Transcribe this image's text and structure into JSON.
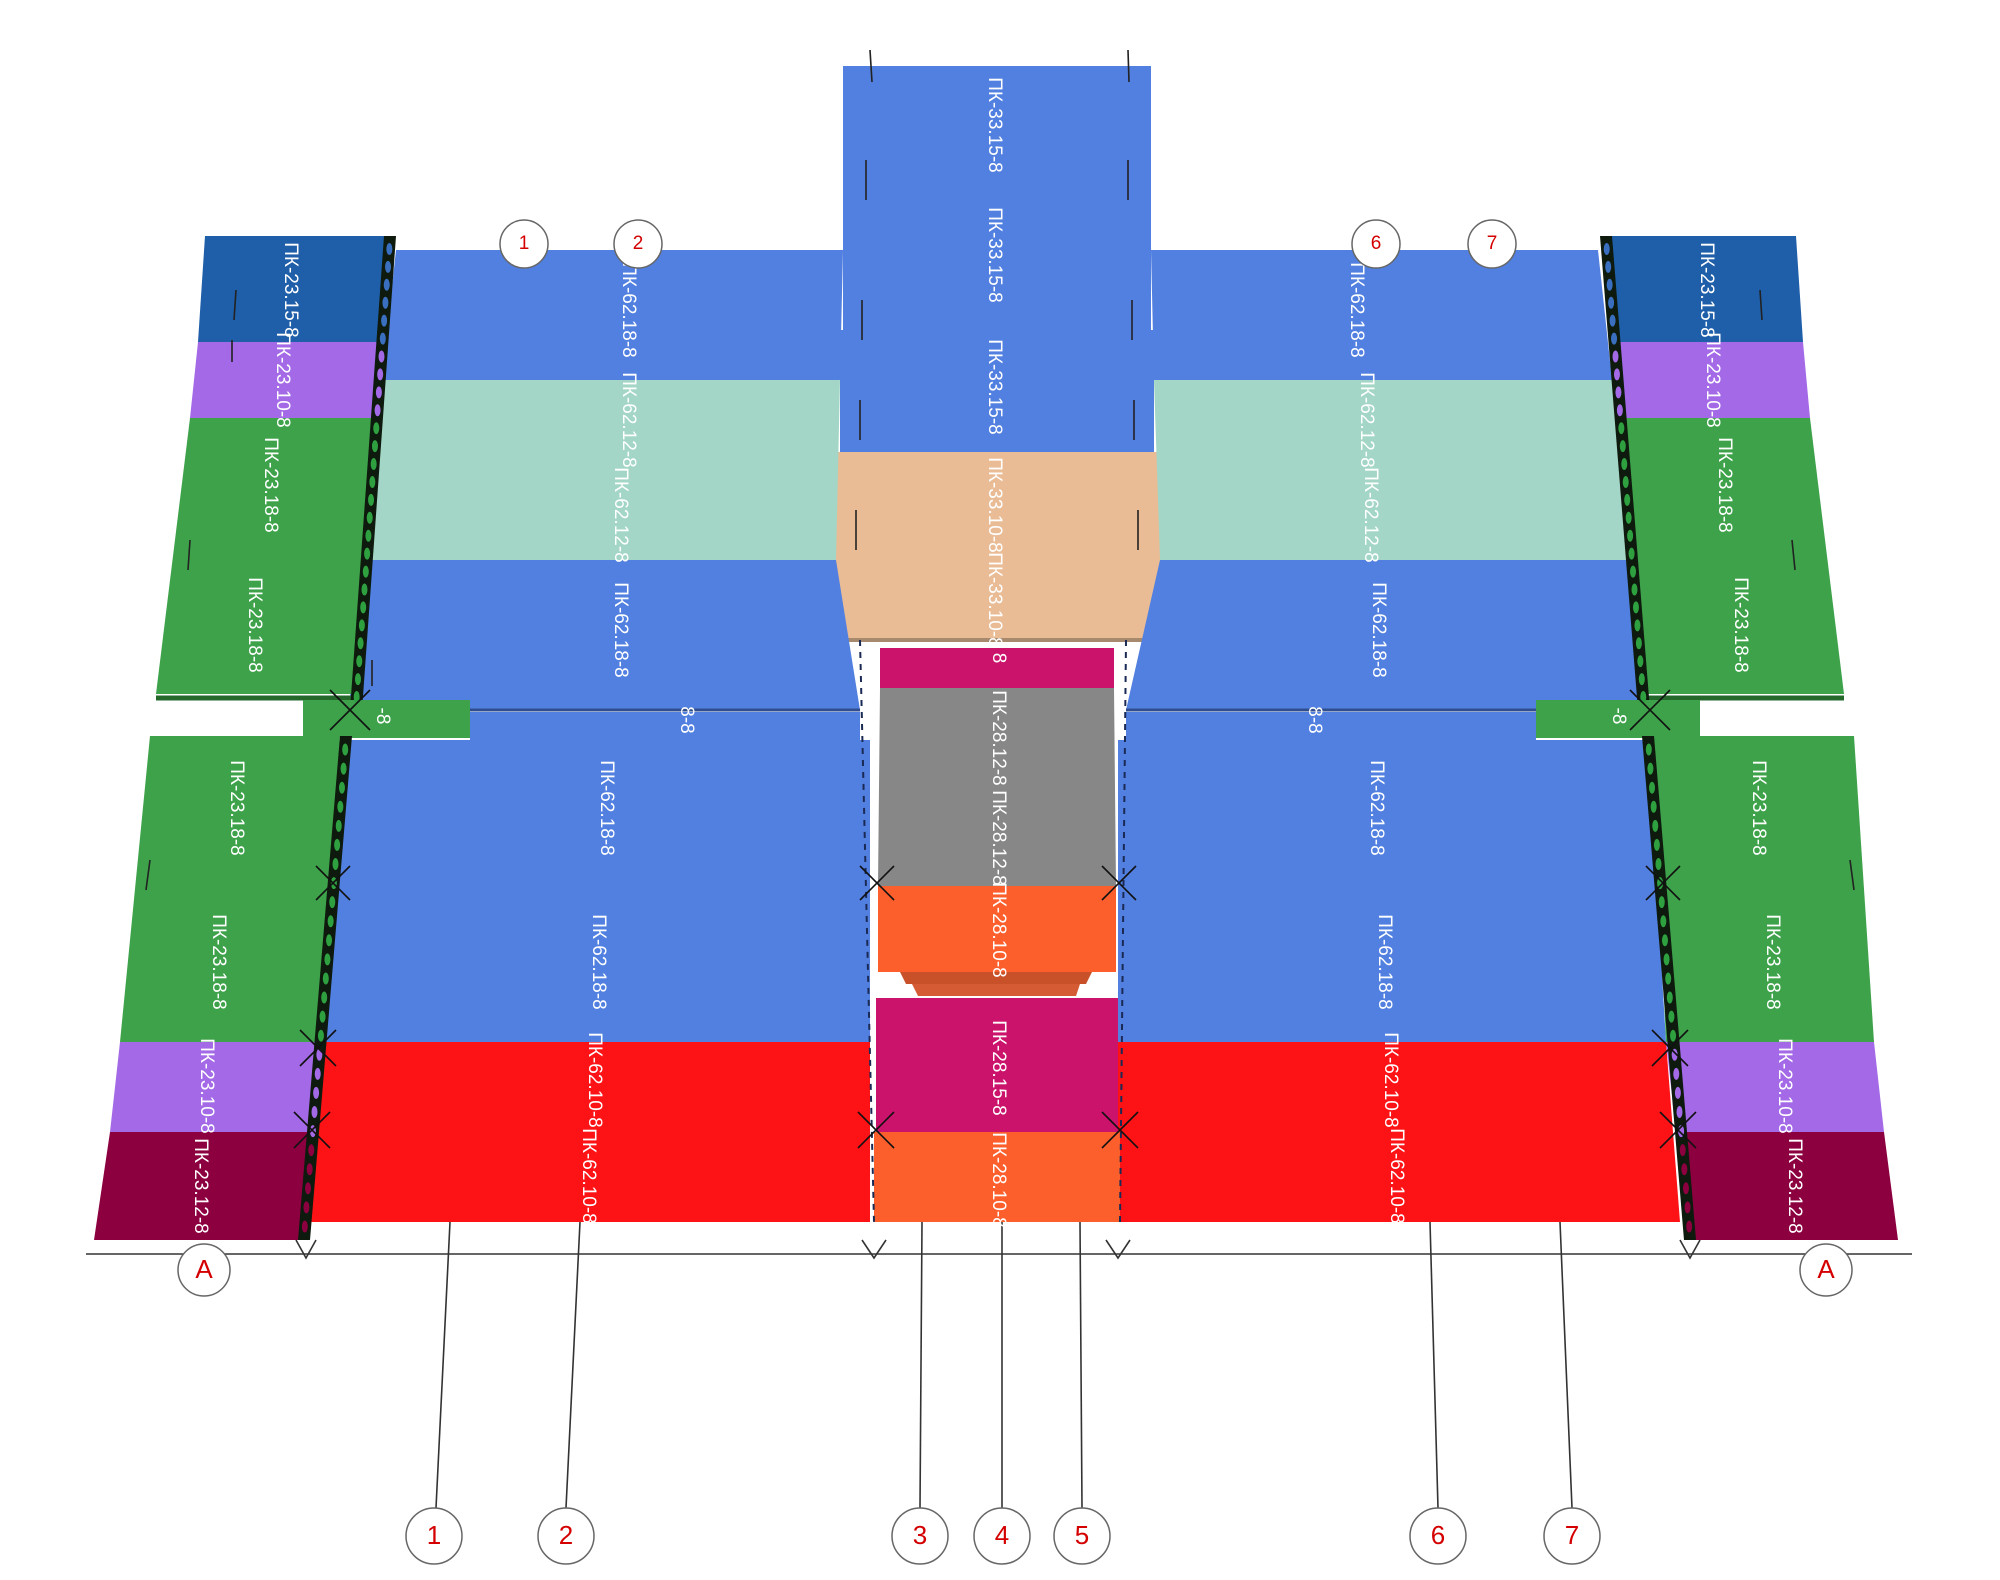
{
  "colors": {
    "blue": "#5280e0",
    "blue_dark": "#1f5ea8",
    "mint": "#a3d6c6",
    "peach": "#e9bc95",
    "magenta": "#cb136c",
    "gray": "#878787",
    "orange": "#fd5f2c",
    "red": "#fd1216",
    "green": "#3ea24a",
    "violet": "#a369e6",
    "maroon": "#8c0040",
    "axis_red": "#d40000"
  },
  "panels": [
    {
      "id": "top-center-1",
      "fill": "blue",
      "label": "ПК-33.15-8"
    },
    {
      "id": "top-center-2",
      "fill": "blue",
      "label": "ПК-33.15-8"
    },
    {
      "id": "top-center-3",
      "fill": "blue",
      "label": "ПК-33.15-8"
    },
    {
      "id": "peach-1",
      "fill": "peach",
      "label": "ПК-33.10-8"
    },
    {
      "id": "peach-2",
      "fill": "peach",
      "label": "ПК-33.10-8"
    },
    {
      "id": "upper-left-1",
      "fill": "blue",
      "label": "ПК-62.18-8"
    },
    {
      "id": "upper-left-mint-1",
      "fill": "mint",
      "label": "ПК-62.12-8"
    },
    {
      "id": "upper-left-mint-2",
      "fill": "mint",
      "label": "ПК-62.12-8"
    },
    {
      "id": "upper-left-2",
      "fill": "blue",
      "label": "ПК-62.18-8"
    },
    {
      "id": "upper-right-1",
      "fill": "blue",
      "label": "ПК-62.18-8"
    },
    {
      "id": "upper-right-mint-1",
      "fill": "mint",
      "label": "ПК-62.12-8"
    },
    {
      "id": "upper-right-mint-2",
      "fill": "mint",
      "label": "ПК-62.12-8"
    },
    {
      "id": "upper-right-2",
      "fill": "blue",
      "label": "ПК-62.18-8"
    },
    {
      "id": "left-wing-dark",
      "fill": "blue_dark",
      "label": "ПК-23.15-8"
    },
    {
      "id": "left-wing-violet",
      "fill": "violet",
      "label": "ПК-23.10-8"
    },
    {
      "id": "left-wing-green-1",
      "fill": "green",
      "label": "ПК-23.18-8"
    },
    {
      "id": "left-wing-green-2",
      "fill": "green",
      "label": "ПК-23.18-8"
    },
    {
      "id": "right-wing-dark",
      "fill": "blue_dark",
      "label": "ПК-23.15-8"
    },
    {
      "id": "right-wing-violet",
      "fill": "violet",
      "label": "ПК-23.10-8"
    },
    {
      "id": "right-wing-green-1",
      "fill": "green",
      "label": "ПК-23.18-8"
    },
    {
      "id": "right-wing-green-2",
      "fill": "green",
      "label": "ПК-23.18-8"
    },
    {
      "id": "middle-magenta-strip",
      "fill": "magenta",
      "label": "8"
    },
    {
      "id": "middle-gray-1",
      "fill": "gray",
      "label": "ПК-28.12-8"
    },
    {
      "id": "middle-gray-2",
      "fill": "gray",
      "label": "ПК-28.12-8"
    },
    {
      "id": "middle-orange-1",
      "fill": "orange",
      "label": "ПК-28.10-8"
    },
    {
      "id": "middle-magenta-2",
      "fill": "magenta",
      "label": "ПК-28.15-8"
    },
    {
      "id": "middle-orange-2",
      "fill": "orange",
      "label": "ПК-28.10-8"
    },
    {
      "id": "lower-left-1",
      "fill": "blue",
      "label": "ПК-62.18-8"
    },
    {
      "id": "lower-left-2",
      "fill": "blue",
      "label": "ПК-62.18-8"
    },
    {
      "id": "lower-left-red-1",
      "fill": "red",
      "label": "ПК-62.10-8"
    },
    {
      "id": "lower-left-red-2",
      "fill": "red",
      "label": "ПК-62.10-8"
    },
    {
      "id": "lower-right-1",
      "fill": "blue",
      "label": "ПК-62.18-8"
    },
    {
      "id": "lower-right-2",
      "fill": "blue",
      "label": "ПК-62.18-8"
    },
    {
      "id": "lower-right-red-1",
      "fill": "red",
      "label": "ПК-62.10-8"
    },
    {
      "id": "lower-right-red-2",
      "fill": "red",
      "label": "ПК-62.10-8"
    },
    {
      "id": "lower-left-wing-green-1",
      "fill": "green",
      "label": "ПК-23.18-8"
    },
    {
      "id": "lower-left-wing-green-2",
      "fill": "green",
      "label": "ПК-23.18-8"
    },
    {
      "id": "lower-left-wing-violet",
      "fill": "violet",
      "label": "ПК-23.10-8"
    },
    {
      "id": "lower-left-wing-maroon",
      "fill": "maroon",
      "label": "ПК-23.12-8"
    },
    {
      "id": "lower-right-wing-green-1",
      "fill": "green",
      "label": "ПК-23.18-8"
    },
    {
      "id": "lower-right-wing-green-2",
      "fill": "green",
      "label": "ПК-23.18-8"
    },
    {
      "id": "lower-right-wing-violet",
      "fill": "violet",
      "label": "ПК-23.10-8"
    },
    {
      "id": "lower-right-wing-maroon",
      "fill": "maroon",
      "label": "ПК-23.12-8"
    },
    {
      "id": "mid-band-left-frag",
      "fill": "blue",
      "label": "8-8"
    },
    {
      "id": "mid-band-right-frag",
      "fill": "blue",
      "label": "8-8"
    },
    {
      "id": "mid-band-left-green-frag",
      "fill": "green",
      "label": "-8"
    },
    {
      "id": "mid-band-right-green-frag",
      "fill": "green",
      "label": "-8"
    }
  ],
  "axes": {
    "top_left": [
      "1",
      "2"
    ],
    "top_right": [
      "6",
      "7"
    ],
    "row_marker": "A",
    "bottom": [
      "1",
      "2",
      "3",
      "4",
      "5",
      "6",
      "7"
    ]
  }
}
